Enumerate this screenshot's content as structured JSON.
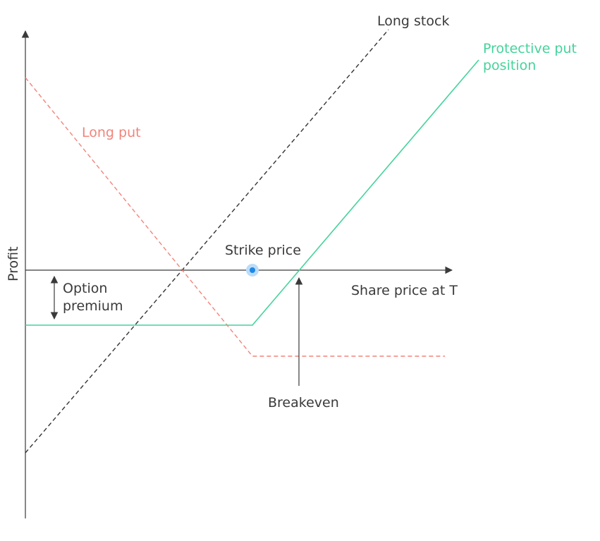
{
  "axes": {
    "y_label": "Profit",
    "x_label": "Share price at T"
  },
  "labels": {
    "long_stock": "Long stock",
    "protective_put_line1": "Protective put",
    "protective_put_line2": "position",
    "long_put": "Long put",
    "strike_price": "Strike price",
    "option_premium_line1": "Option",
    "option_premium_line2": "premium",
    "breakeven": "Breakeven"
  },
  "colors": {
    "axis": "#3a3a3a",
    "long_stock": "#333333",
    "long_put": "#f2847a",
    "protective_put": "#45d39b",
    "strike_dot": "#1e88e5",
    "strike_halo": "#bcdcf7"
  }
}
